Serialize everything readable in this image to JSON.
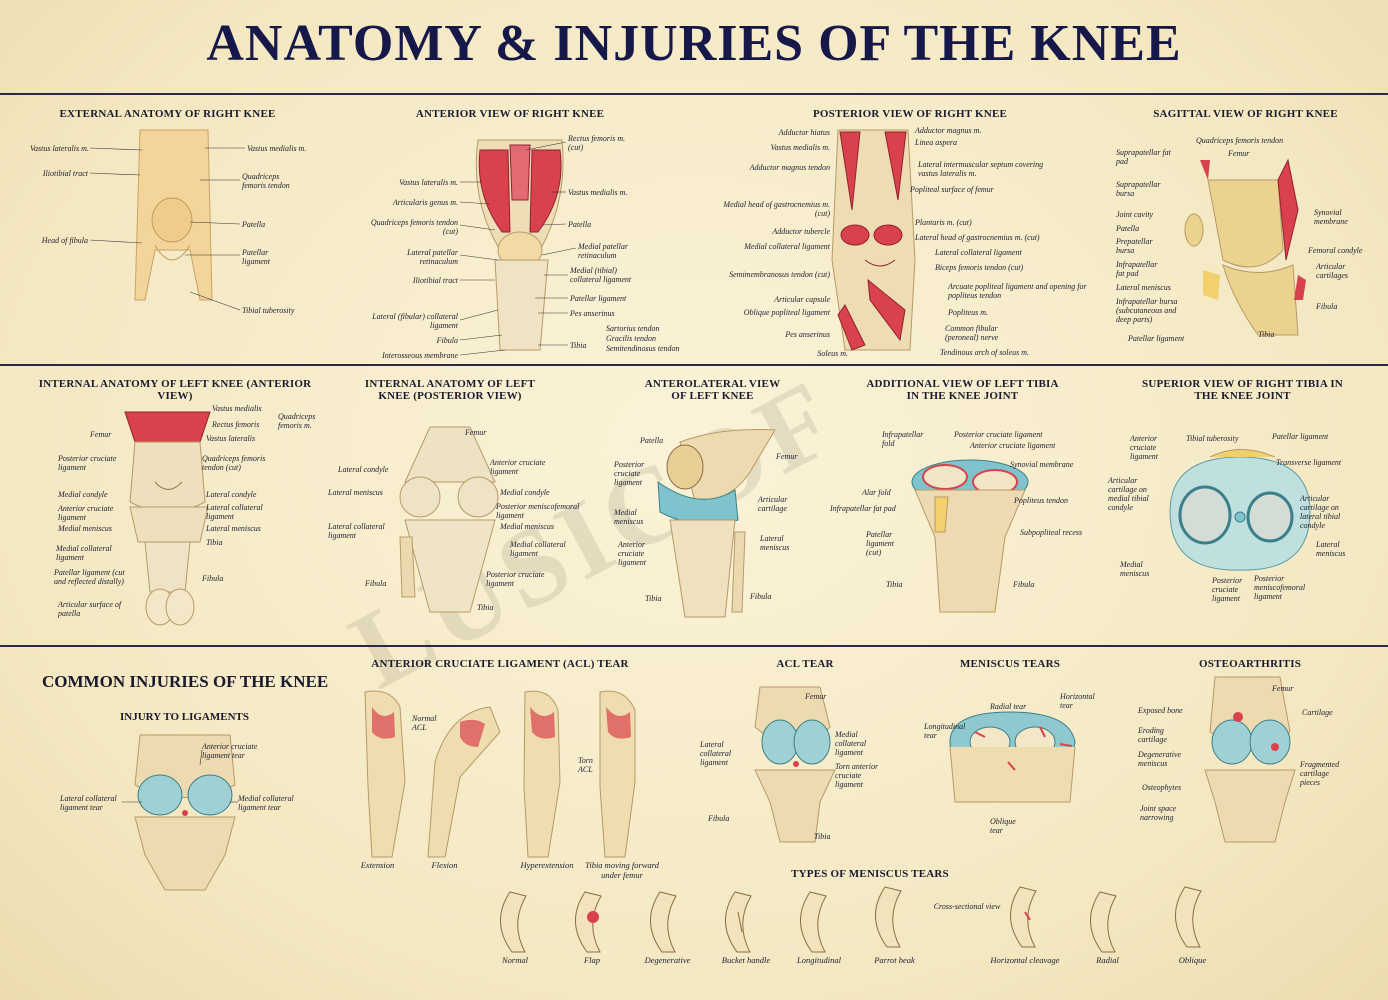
{
  "title": "ANATOMY & INJURIES OF THE KNEE",
  "watermark": "LUSICOF",
  "colors": {
    "background": "#f6ecc9",
    "title": "#17184a",
    "muscle": "#d9414d",
    "bone": "#ecd28f",
    "cartilage": "#7fc3cc"
  },
  "row1": {
    "external": {
      "title": "EXTERNAL ANATOMY OF RIGHT KNEE",
      "labels": [
        "Vastus lateralis m.",
        "Iliotibial tract",
        "Head of fibula",
        "Vastus medialis m.",
        "Quadriceps femoris tendon",
        "Patella",
        "Patellar ligament",
        "Tibial tuberosity"
      ]
    },
    "anterior": {
      "title": "ANTERIOR VIEW OF RIGHT KNEE",
      "labels": [
        "Vastus lateralis m.",
        "Articularis genus m.",
        "Quadriceps femoris tendon (cut)",
        "Lateral patellar retinaculum",
        "Iliotibial tract",
        "Lateral (fibular) collateral ligament",
        "Fibula",
        "Interosseous membrane",
        "Rectus femoris m. (cut)",
        "Vastus medialis m.",
        "Patella",
        "Medial patellar retinaculum",
        "Medial (tibial) collateral ligament",
        "Patellar ligament",
        "Pes anserinus",
        "Tibia",
        "Sartorius tendon",
        "Gracilis tendon",
        "Semitendinosus tendon"
      ]
    },
    "posterior": {
      "title": "POSTERIOR VIEW OF RIGHT KNEE",
      "labels": [
        "Adductor hiatus",
        "Vastus medialis m.",
        "Adductor magnus tendon",
        "Medial head of gastrocnemius m. (cut)",
        "Adductor tubercle",
        "Medial collateral ligament",
        "Semimembranosus tendon (cut)",
        "Articular capsule",
        "Oblique popliteal ligament",
        "Pes anserinus",
        "Soleus m.",
        "Adductor magnus m.",
        "Linea aspera",
        "Lateral intermuscular septum covering vastus lateralis m.",
        "Popliteal surface of femur",
        "Plantaris m. (cut)",
        "Lateral head of gastrocnemius m. (cut)",
        "Lateral collateral ligament",
        "Biceps femoris tendon (cut)",
        "Arcuate popliteal ligament and opening for popliteus tendon",
        "Popliteus m.",
        "Common fibular (peroneal) nerve",
        "Tendinous arch of soleus m."
      ]
    },
    "sagittal": {
      "title": "SAGITTAL VIEW OF RIGHT KNEE",
      "labels": [
        "Suprapatellar fat pad",
        "Suprapatellar bursa",
        "Joint cavity",
        "Patella",
        "Prepatellar bursa",
        "Infrapatellar fat pad",
        "Lateral meniscus",
        "Infrapatellar bursa (subcutaneous and deep parts)",
        "Patellar ligament",
        "Quadriceps femoris tendon",
        "Femur",
        "Synovial membrane",
        "Femoral condyle",
        "Articular cartilages",
        "Fibula",
        "Tibia"
      ]
    }
  },
  "row2": {
    "internal_ant": {
      "title": "INTERNAL ANATOMY OF LEFT KNEE (ANTERIOR VIEW)",
      "labels": [
        "Femur",
        "Posterior cruciate ligament",
        "Medial condyle",
        "Anterior cruciate ligament",
        "Medial meniscus",
        "Medial collateral ligament",
        "Patellar ligament (cut and reflected distally)",
        "Articular surface of patella",
        "Vastus medialis",
        "Rectus femoris",
        "Vastus lateralis",
        "Quadriceps femoris m.",
        "Quadriceps femoris tendon (cut)",
        "Lateral condyle",
        "Lateral collateral ligament",
        "Lateral meniscus",
        "Tibia",
        "Fibula"
      ]
    },
    "internal_post": {
      "title": "INTERNAL ANATOMY OF LEFT KNEE (POSTERIOR VIEW)",
      "labels": [
        "Femur",
        "Lateral condyle",
        "Lateral meniscus",
        "Lateral collateral ligament",
        "Fibula",
        "Anterior cruciate ligament",
        "Medial condyle",
        "Posterior meniscofemoral ligament",
        "Medial meniscus",
        "Medial collateral ligament",
        "Posterior cruciate ligament",
        "Tibia"
      ]
    },
    "anterolateral": {
      "title": "ANTEROLATERAL VIEW OF LEFT KNEE",
      "labels": [
        "Patella",
        "Posterior cruciate ligament",
        "Medial meniscus",
        "Anterior cruciate ligament",
        "Tibia",
        "Femur",
        "Articular cartilage",
        "Lateral meniscus",
        "Fibula"
      ]
    },
    "tibia": {
      "title": "ADDITIONAL VIEW OF LEFT TIBIA IN THE KNEE JOINT",
      "labels": [
        "Infrapatellar fold",
        "Alar fold",
        "Infrapatellar fat pad",
        "Patellar ligament (cut)",
        "Tibia",
        "Posterior cruciate ligament",
        "Anterior cruciate ligament",
        "Synovial membrane",
        "Popliteus tendon",
        "Subpopliteal recess",
        "Fibula"
      ]
    },
    "superior": {
      "title": "SUPERIOR VIEW OF RIGHT TIBIA IN THE KNEE JOINT",
      "labels": [
        "Anterior cruciate ligament",
        "Articular cartilage on medial tibial condyle",
        "Medial meniscus",
        "Tibial tuberosity",
        "Posterior cruciate ligament",
        "Posterior meniscofemoral ligament",
        "Patellar ligament",
        "Transverse ligament",
        "Articular cartilage on lateral tibial condyle",
        "Lateral meniscus"
      ]
    }
  },
  "row3": {
    "heading": "COMMON INJURIES OF THE KNEE",
    "ligaments": {
      "title": "INJURY TO LIGAMENTS",
      "labels": [
        "Anterior cruciate ligament tear",
        "Lateral collateral ligament tear",
        "Medial collateral ligament tear"
      ]
    },
    "acl": {
      "title": "ANTERIOR CRUCIATE LIGAMENT (ACL) TEAR",
      "labels": [
        "Normal ACL",
        "Torn ACL"
      ],
      "captions": [
        "Extension",
        "Flexion",
        "Hyperextension",
        "Tibia moving forward under femur"
      ]
    },
    "acltear": {
      "title": "ACL TEAR",
      "labels": [
        "Femur",
        "Lateral collateral ligament",
        "Fibula",
        "Medial collateral ligament",
        "Torn anterior cruciate ligament",
        "Tibia"
      ]
    },
    "meniscus": {
      "title": "MENISCUS TEARS",
      "labels": [
        "Longitudinal tear",
        "Radial tear",
        "Horizontal tear",
        "Oblique tear"
      ]
    },
    "osteo": {
      "title": "OSTEOARTHRITIS",
      "labels": [
        "Exposed bone",
        "Eroding cartilage",
        "Degenerative meniscus",
        "Osteophytes",
        "Joint space narrowing",
        "Femur",
        "Cartilage",
        "Fragmented cartilage pieces"
      ]
    },
    "types": {
      "title": "TYPES OF MENISCUS TEARS",
      "items": [
        "Normal",
        "Flap",
        "Degenerative",
        "Bucket handle",
        "Longitudinal",
        "Parrot beak",
        "Horizontal cleavage",
        "Radial",
        "Oblique"
      ],
      "cross": "Cross-sectional view"
    }
  }
}
